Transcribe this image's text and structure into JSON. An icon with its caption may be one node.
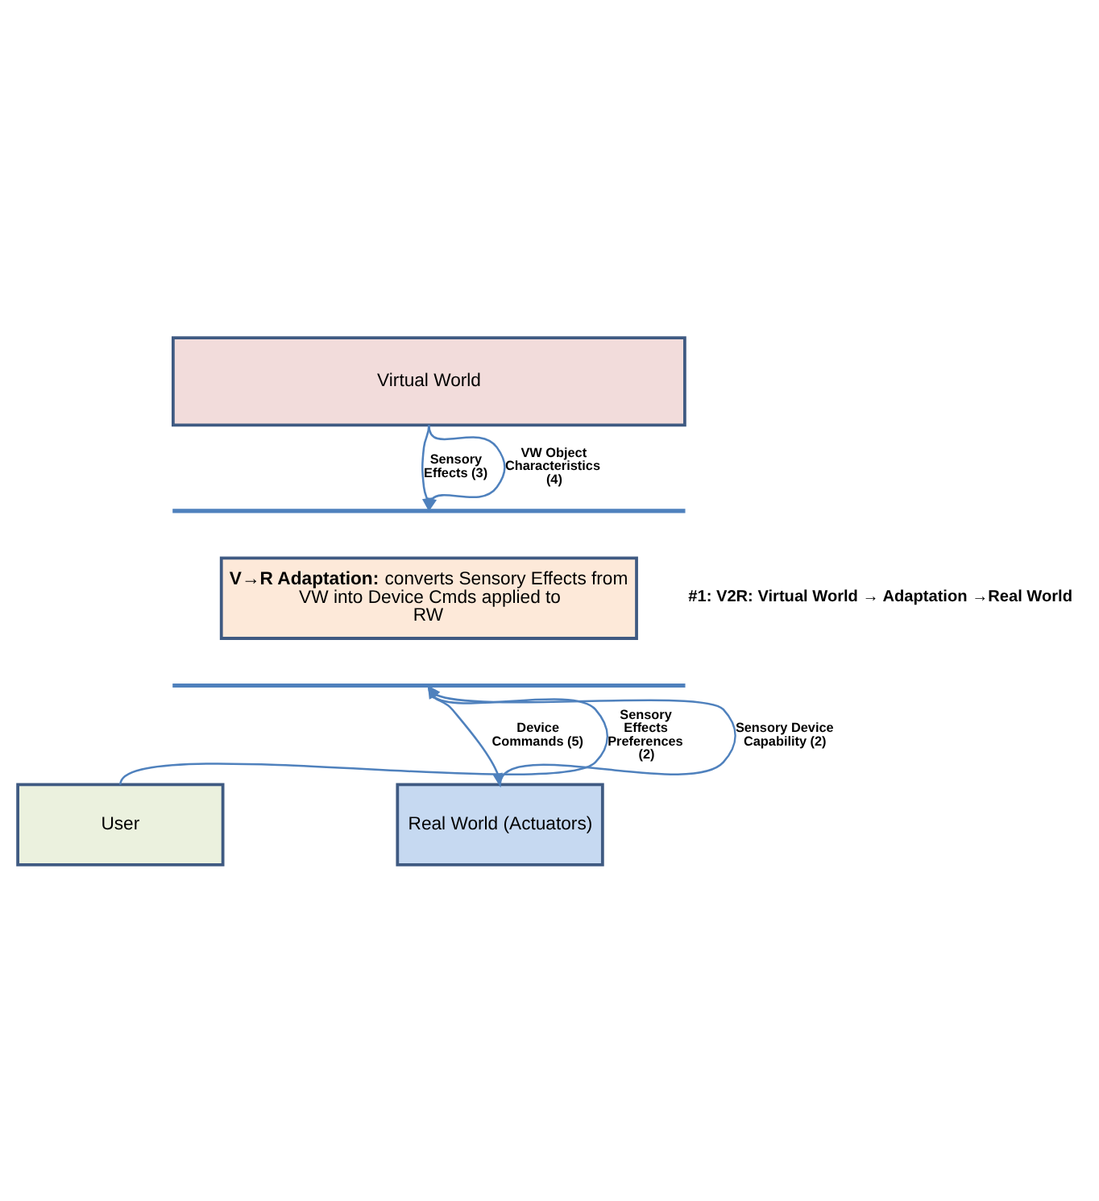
{
  "diagram": {
    "nodes": [
      {
        "text": [
          "Virtual World"
        ]
      },
      {
        "text": [],
        "shape": "bar"
      },
      {
        "text": [
          "**V→R Adaptation:** converts Sensory Effects from VW into Device Cmds applied to RW"
        ]
      },
      {
        "text": [],
        "shape": "bar"
      },
      {
        "text": [
          "User"
        ]
      },
      {
        "text": [
          "Real World (Actuators)"
        ]
      }
    ],
    "edges": [
      {
        "from": 0,
        "to": 1,
        "arrow": "to",
        "label": "Sensory Effects (3)"
      },
      {
        "from": 0,
        "to": 1,
        "arrow": "to",
        "label": "VW Object Characteristics (4)"
      },
      {
        "from": 4,
        "to": 3,
        "arrow": "to",
        "label": "Sensory Effects Preferences (2)"
      },
      {
        "from": 3,
        "to": 5,
        "arrow": "to",
        "label": "Device Commands (5)"
      },
      {
        "from": 5,
        "to": 3,
        "arrow": "to",
        "label": "Sensory Device Capability (2)"
      }
    ],
    "labels": [
      "#1: V2R: Virtual World → Adaptation →Real World"
    ]
  }
}
